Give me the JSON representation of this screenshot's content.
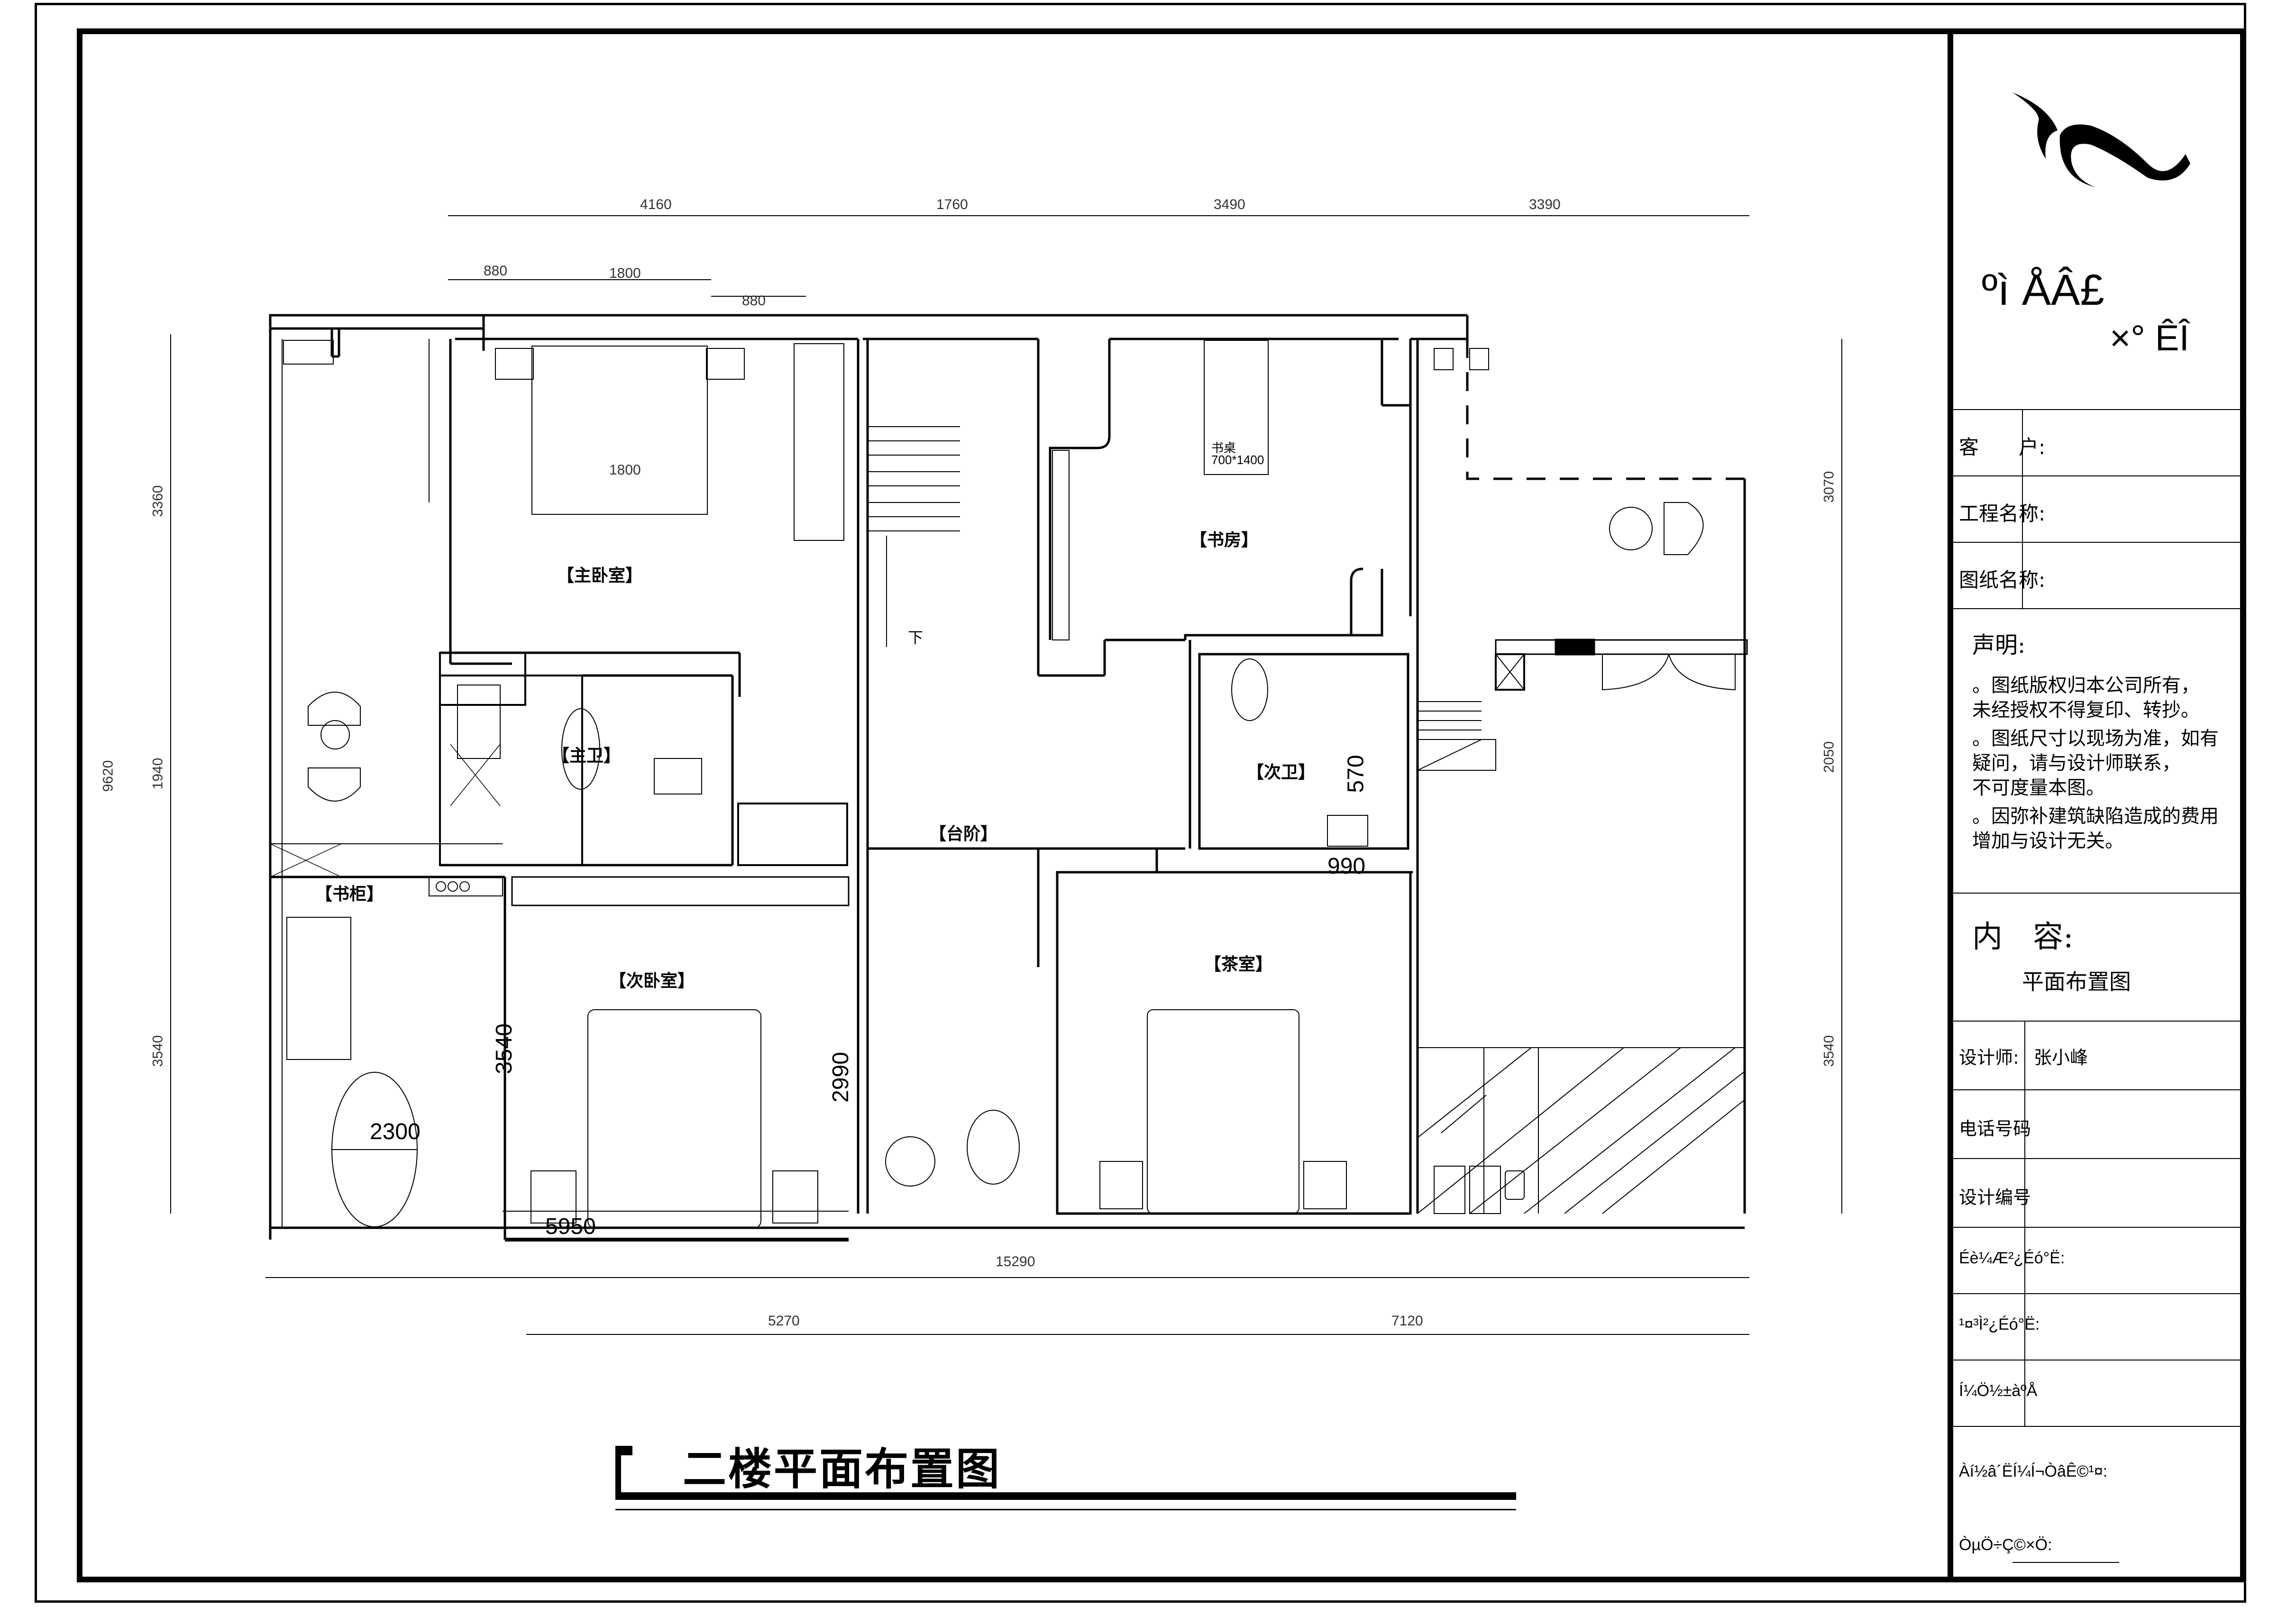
{
  "drawing": {
    "title": "二楼平面布置图",
    "rooms": [
      {
        "id": "master-bedroom",
        "label": "【主卧室】"
      },
      {
        "id": "master-bath",
        "label": "【主卫】"
      },
      {
        "id": "study",
        "label": "【书房】"
      },
      {
        "id": "second-bath",
        "label": "【次卫】"
      },
      {
        "id": "steps",
        "label": "【台阶】"
      },
      {
        "id": "bookcase",
        "label": "【书柜】"
      },
      {
        "id": "second-bedroom",
        "label": "【次卧室】"
      },
      {
        "id": "tea-room",
        "label": "【茶室】"
      }
    ],
    "furniture_labels": {
      "desk": "书桌",
      "desk_size": "700*1400",
      "stair_down": "下"
    },
    "dimensions": {
      "top_outer": [
        "4160",
        "1760",
        "3490",
        "3390"
      ],
      "top_inner": [
        "880",
        "1800",
        "880"
      ],
      "bed_width": "1800",
      "bottom_total": "15290",
      "bottom_split": [
        "5270",
        "7120"
      ],
      "left_total": "9620",
      "left_split": [
        "3360",
        "1940",
        "3540"
      ],
      "right_split": [
        "3070",
        "2050",
        "3540"
      ],
      "annotations": {
        "second_bedroom_height": "3540",
        "second_bedroom_width": "5950",
        "spiral_stair_width": "2300",
        "second_bedroom_door": "2990",
        "second_bath_570": "570",
        "second_bath_990": "990"
      }
    }
  },
  "title_block": {
    "logo_text_line1": "ºì ÅÂ£",
    "logo_text_line2": "×° ÊÎ",
    "fields": [
      {
        "label": "客　　户:",
        "value": ""
      },
      {
        "label": "工程名称:",
        "value": ""
      },
      {
        "label": "图纸名称:",
        "value": ""
      }
    ],
    "notes_title": "声明:",
    "notes": [
      "。图纸版权归本公司所有，",
      "  未经授权不得复印、转抄。",
      "。图纸尺寸以现场为准，如有",
      "  疑问，请与设计师联系，",
      "  不可度量本图。",
      "。因弥补建筑缺陷造成的费用",
      "  增加与设计无关。"
    ],
    "content_title": "内　容:",
    "content_value": "平面布置图",
    "info_rows": [
      {
        "label": "设计师:",
        "value": "张小峰"
      },
      {
        "label": "电话号码",
        "value": ""
      },
      {
        "label": "设计编号",
        "value": ""
      },
      {
        "label": "Éè¼Æ²¿Éó°Ë:",
        "value": ""
      },
      {
        "label": "¹¤³Ì²¿Éó°Ë:",
        "value": ""
      },
      {
        "label": "Í¼Ö½±àºÅ",
        "value": ""
      }
    ],
    "footer_rows": [
      {
        "label": "Àí½â´ËÍ¼Í¬ÒâÊ©¹¤:"
      },
      {
        "label": "ÒµÖ÷Ç©×Ö:"
      }
    ]
  }
}
